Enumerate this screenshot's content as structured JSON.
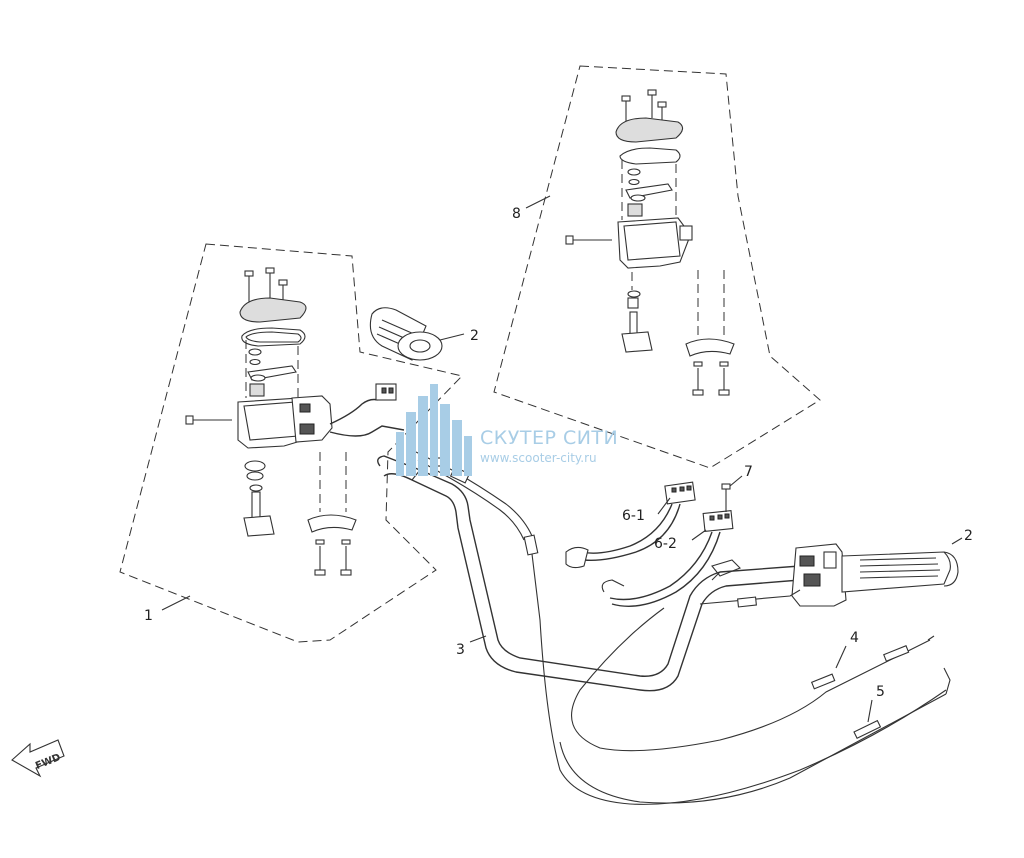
{
  "callouts": {
    "c1": "1",
    "c2a": "2",
    "c2b": "2",
    "c3": "3",
    "c4": "4",
    "c5": "5",
    "c6_1": "6-1",
    "c6_2": "6-2",
    "c7": "7",
    "c8": "8"
  },
  "watermark": {
    "title": "СКУТЕР СИТИ",
    "url": "www.scooter-city.ru",
    "color": "#a8cde6"
  },
  "direction_arrow": {
    "label": "FWD",
    "icon": "fwd-arrow-icon"
  },
  "colors": {
    "line": "#333333",
    "background": "#ffffff"
  }
}
